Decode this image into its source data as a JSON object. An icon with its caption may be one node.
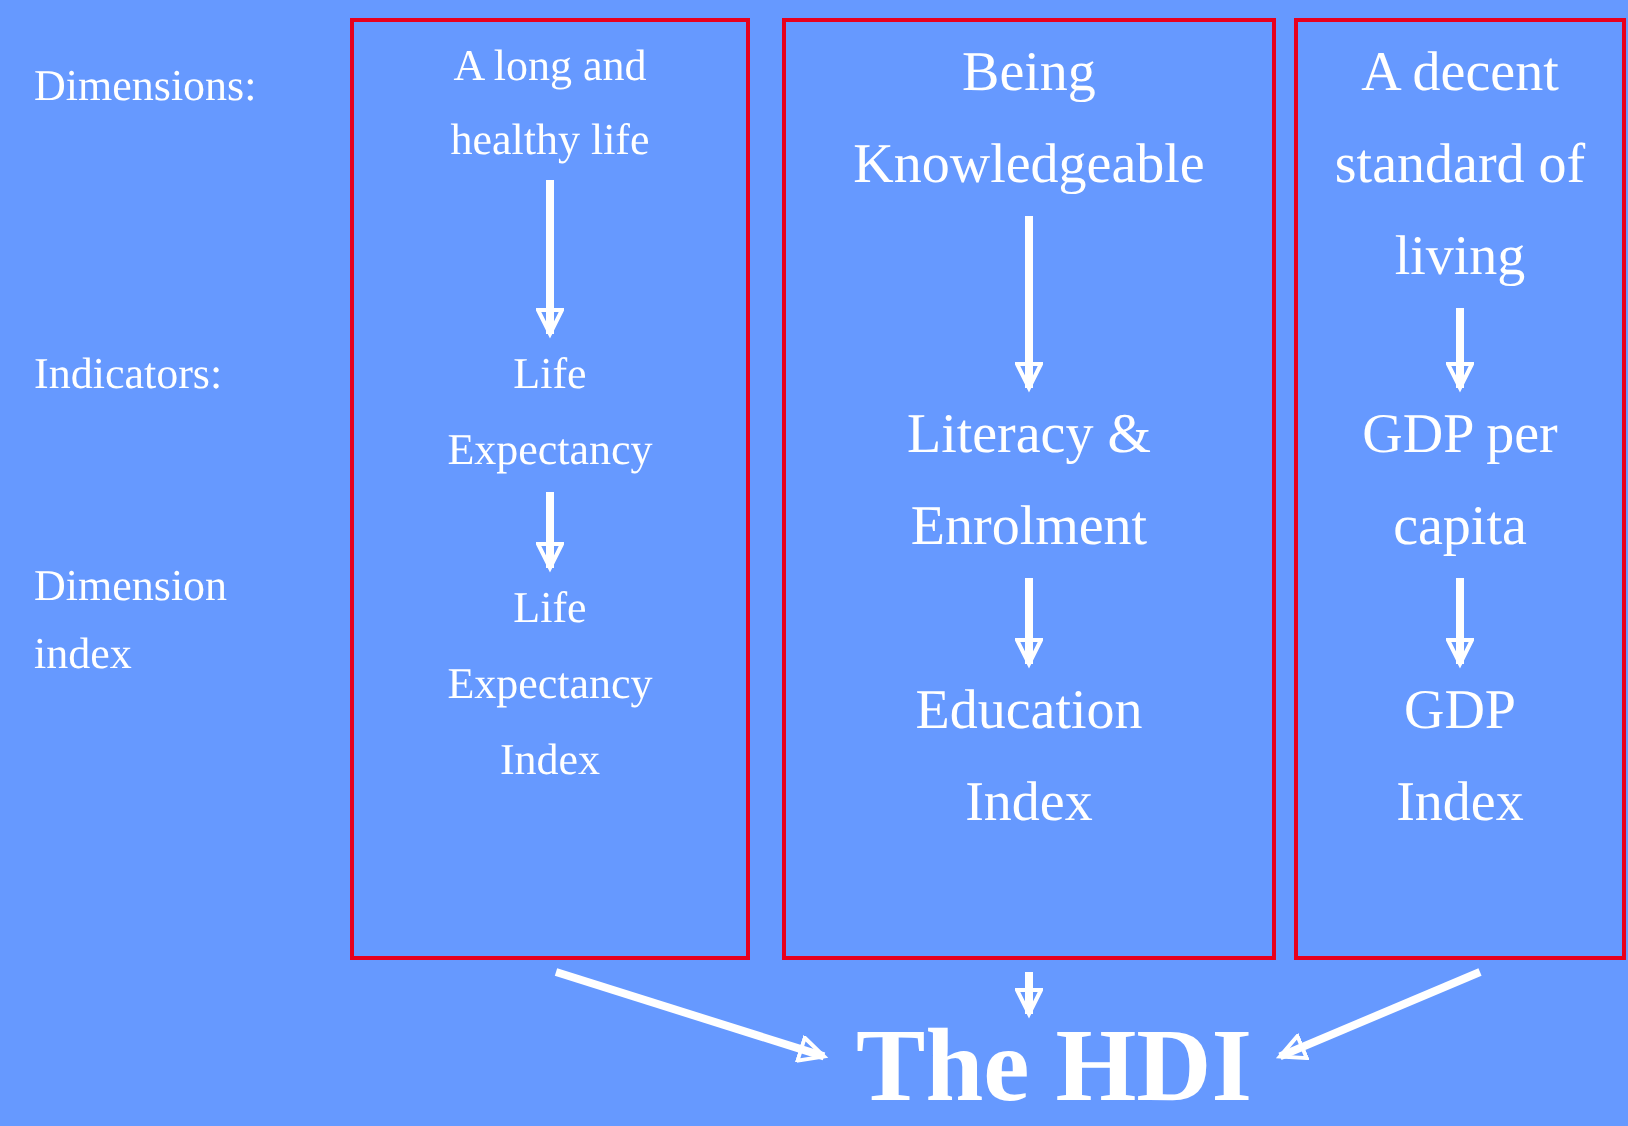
{
  "diagram": {
    "nodes": [
      {
        "text": [],
        "shape": "box"
      },
      {
        "text": [
          "A long and healthy life"
        ],
        "in": 0
      },
      {
        "text": [
          "Life Expectancy"
        ],
        "in": 0
      },
      {
        "text": [
          "Life Expectancy Index"
        ],
        "in": 0
      },
      {
        "text": [],
        "shape": "box"
      },
      {
        "text": [
          "Being Knowledgeable"
        ],
        "in": 4
      },
      {
        "text": [
          "Literacy & Enrolment"
        ],
        "in": 4
      },
      {
        "text": [
          "Education Index"
        ],
        "in": 4
      },
      {
        "text": [],
        "shape": "box"
      },
      {
        "text": [
          "A decent standard of living"
        ],
        "in": 8
      },
      {
        "text": [
          "GDP per capita"
        ],
        "in": 8
      },
      {
        "text": [
          "GDP Index"
        ],
        "in": 8
      },
      {
        "text": [
          "The HDI"
        ]
      }
    ],
    "edges": [
      {
        "from": 1,
        "to": 2,
        "arrow": "to"
      },
      {
        "from": 2,
        "to": 3,
        "arrow": "to"
      },
      {
        "from": 5,
        "to": 6,
        "arrow": "to"
      },
      {
        "from": 6,
        "to": 7,
        "arrow": "to"
      },
      {
        "from": 9,
        "to": 10,
        "arrow": "to"
      },
      {
        "from": 10,
        "to": 11,
        "arrow": "to"
      },
      {
        "from": 0,
        "to": 12,
        "arrow": "to"
      },
      {
        "from": 4,
        "to": 12,
        "arrow": "to"
      },
      {
        "from": 8,
        "to": 12,
        "arrow": "to"
      }
    ],
    "labels": [
      "Dimensions:",
      "Indicators:",
      "Dimension index"
    ]
  }
}
